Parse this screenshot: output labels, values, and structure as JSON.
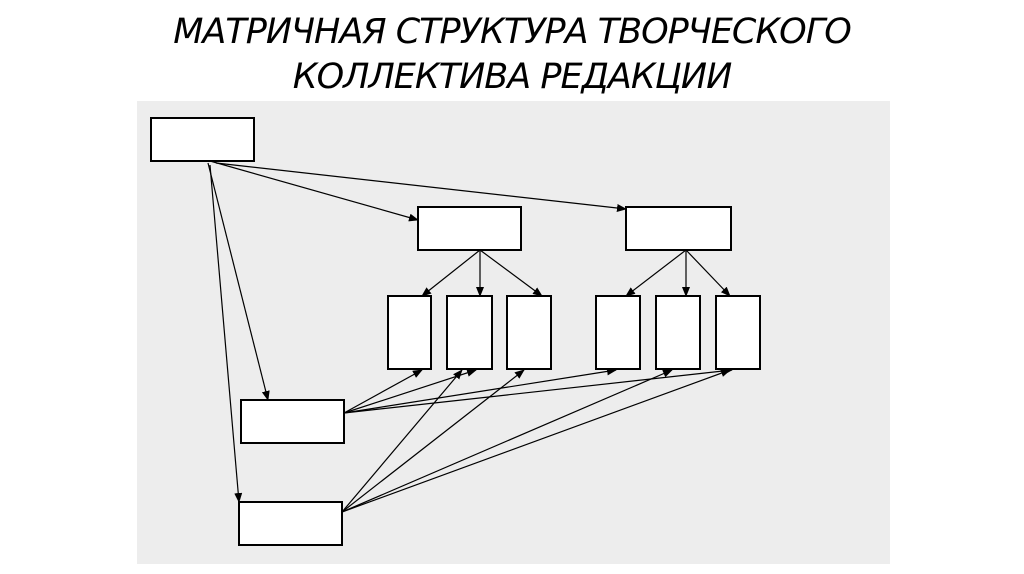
{
  "slide": {
    "title_line1": "МАТРИЧНАЯ СТРУКТУРА ТВОРЧЕСКОГО",
    "title_line2": "КОЛЛЕКТИВА РЕДАКЦИИ"
  },
  "colors": {
    "panel_background": "#ededed",
    "box_fill": "#ffffff",
    "line_color": "#000000"
  },
  "diagram": {
    "boxes": [
      {
        "id": "top-manager",
        "label": ""
      },
      {
        "id": "dept-head-1",
        "label": ""
      },
      {
        "id": "dept-head-2",
        "label": ""
      },
      {
        "id": "staff-1a",
        "label": ""
      },
      {
        "id": "staff-1b",
        "label": ""
      },
      {
        "id": "staff-1c",
        "label": ""
      },
      {
        "id": "staff-2a",
        "label": ""
      },
      {
        "id": "staff-2b",
        "label": ""
      },
      {
        "id": "staff-2c",
        "label": ""
      },
      {
        "id": "project-lead-1",
        "label": ""
      },
      {
        "id": "project-lead-2",
        "label": ""
      }
    ],
    "links": [
      {
        "from": "top-manager",
        "to": "dept-head-1"
      },
      {
        "from": "top-manager",
        "to": "dept-head-2"
      },
      {
        "from": "top-manager",
        "to": "project-lead-1"
      },
      {
        "from": "top-manager",
        "to": "project-lead-2"
      },
      {
        "from": "dept-head-1",
        "to": "staff-1a"
      },
      {
        "from": "dept-head-1",
        "to": "staff-1b"
      },
      {
        "from": "dept-head-1",
        "to": "staff-1c"
      },
      {
        "from": "dept-head-2",
        "to": "staff-2a"
      },
      {
        "from": "dept-head-2",
        "to": "staff-2b"
      },
      {
        "from": "dept-head-2",
        "to": "staff-2c"
      },
      {
        "from": "project-lead-1",
        "to": "staff-1a"
      },
      {
        "from": "project-lead-1",
        "to": "staff-1b"
      },
      {
        "from": "project-lead-1",
        "to": "staff-2a"
      },
      {
        "from": "project-lead-1",
        "to": "staff-2c"
      },
      {
        "from": "project-lead-2",
        "to": "staff-1b"
      },
      {
        "from": "project-lead-2",
        "to": "staff-1c"
      },
      {
        "from": "project-lead-2",
        "to": "staff-2b"
      },
      {
        "from": "project-lead-2",
        "to": "staff-2c"
      }
    ]
  }
}
